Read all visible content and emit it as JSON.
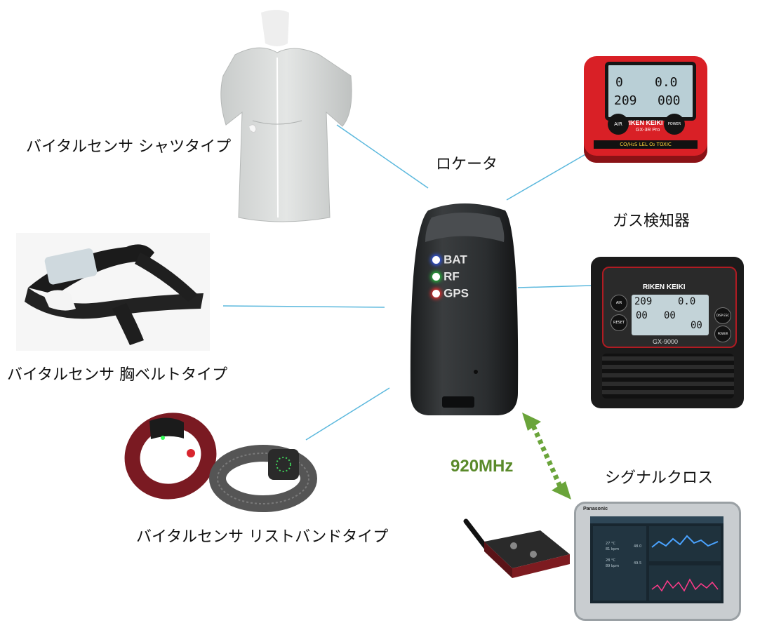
{
  "labels": {
    "shirt": "バイタルセンサ シャツタイプ",
    "chest_belt": "バイタルセンサ 胸ベルトタイプ",
    "wristband": "バイタルセンサ リストバンドタイプ",
    "locator": "ロケータ",
    "gas_detector": "ガス検知器",
    "signal_cross": "シグナルクロス",
    "frequency": "920MHz"
  },
  "locator_leds": [
    {
      "text": "BAT",
      "color": "#2f5bff"
    },
    {
      "text": "RF",
      "color": "#22c83a"
    },
    {
      "text": "GPS",
      "color": "#ff2a2a"
    }
  ],
  "gx3r": {
    "brand": "RIKEN KEIKI",
    "model": "GX-3R Pro",
    "readings": [
      "0",
      "0.0",
      "209",
      "000"
    ],
    "buttons": [
      "AIR",
      "POWER MODE"
    ],
    "strip": "CO/H₂S  LEL  O₂  TOXIC"
  },
  "gx9000": {
    "brand": "RIKEN KEIKI",
    "model": "GX-9000",
    "readings": [
      "209",
      "0.0",
      "00",
      "00",
      "00"
    ],
    "buttons": [
      "AIR",
      "RESET",
      "DISP ESC",
      "POWER ENTER"
    ]
  },
  "tablet": {
    "brand": "Panasonic",
    "rows": [
      {
        "temp": "27 °C",
        "bpm": "81 bpm",
        "side": "48.0"
      },
      {
        "temp": "28 °C",
        "bpm": "89 bpm",
        "side": "49.5"
      }
    ]
  },
  "colors": {
    "connector": "#5bb8dd",
    "arrow": "#6aa43a"
  }
}
